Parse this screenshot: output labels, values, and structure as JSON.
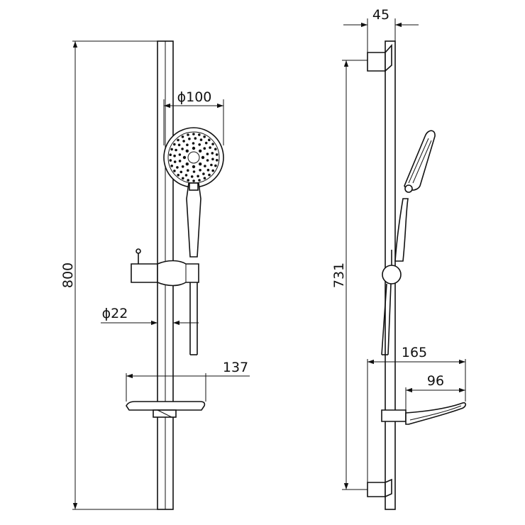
{
  "front_view": {
    "dims": {
      "height": "800",
      "head_diameter": "ϕ100",
      "rail_diameter": "ϕ22",
      "soap_dish_width": "137"
    }
  },
  "side_view": {
    "dims": {
      "depth": "45",
      "height": "731",
      "total_projection": "165",
      "dish_projection": "96"
    }
  }
}
